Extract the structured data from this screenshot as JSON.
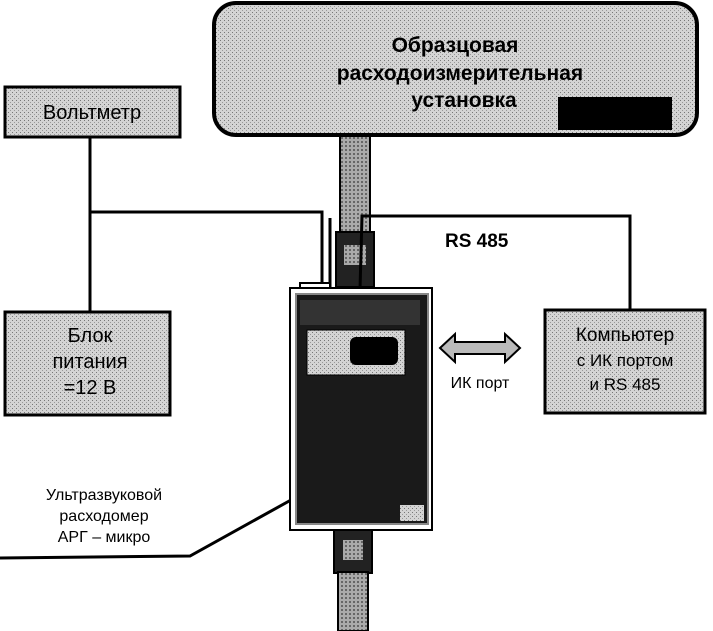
{
  "reference_unit": {
    "lines": [
      "Образцовая",
      "расходоизмерительная",
      "установка"
    ]
  },
  "voltmeter": {
    "label": "Вольтметр"
  },
  "power_supply": {
    "lines": [
      "Блок",
      "питания",
      "=12 В"
    ]
  },
  "computer": {
    "lines": [
      "Компьютер",
      "с ИК портом",
      "и RS 485"
    ]
  },
  "rs485_label": "RS 485",
  "ir_port_label": "ИК порт",
  "flowmeter_label": {
    "lines": [
      "Ультразвуковой",
      "расходомер",
      "АРГ – микро"
    ]
  },
  "colors": {
    "box_fill": "#c8c8c8",
    "device_fill": "#1a1a1a",
    "line": "#000000"
  }
}
